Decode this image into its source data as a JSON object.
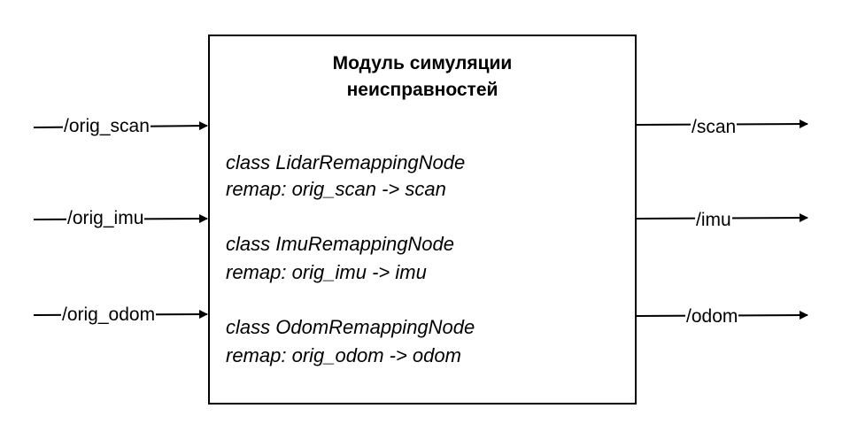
{
  "module": {
    "title_line1": "Модуль симуляции",
    "title_line2": "неисправностей"
  },
  "classes": [
    {
      "name": "class LidarRemappingNode",
      "remap": "remap: orig_scan -> scan"
    },
    {
      "name": "class ImuRemappingNode",
      "remap": "remap: orig_imu -> imu"
    },
    {
      "name": "class OdomRemappingNode",
      "remap": "remap: orig_odom -> odom"
    }
  ],
  "inputs": [
    "/orig_scan",
    "/orig_imu",
    "/orig_odom"
  ],
  "outputs": [
    "/scan",
    "/imu",
    "/odom"
  ]
}
